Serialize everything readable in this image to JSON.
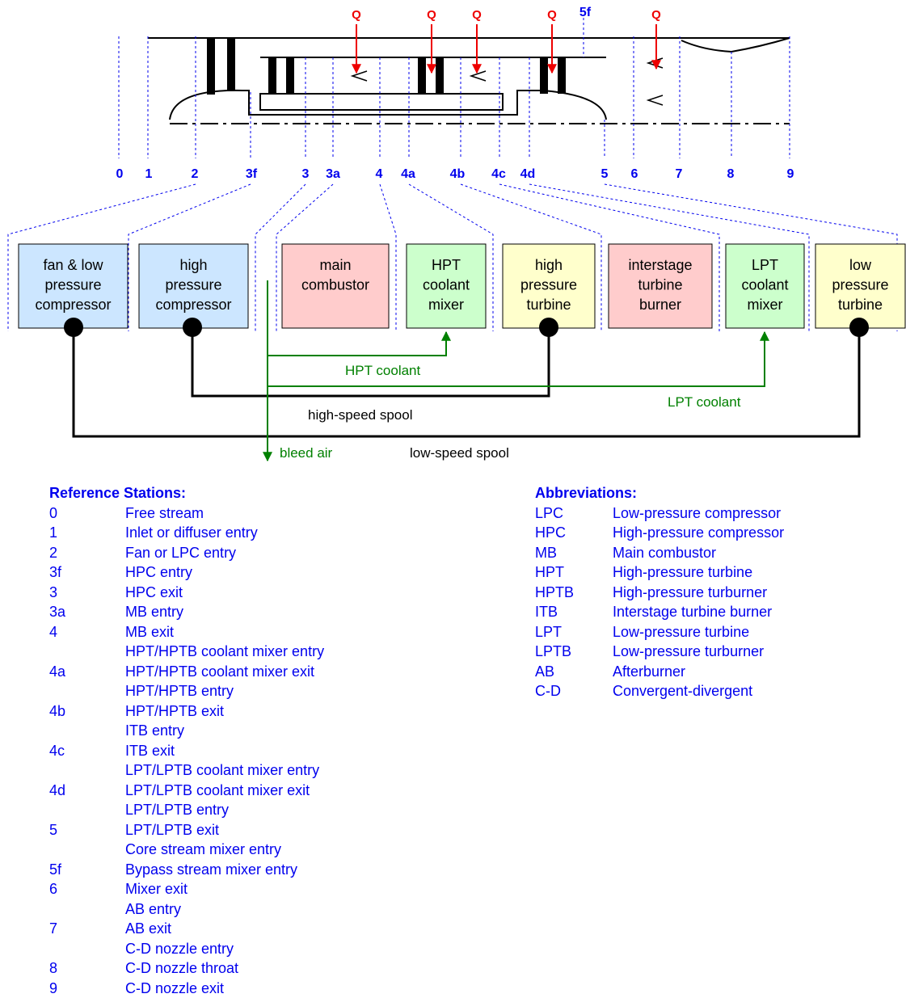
{
  "colors": {
    "station_blue": "#0000ee",
    "heat_red": "#ee0000",
    "coolant_green": "#008000",
    "compressor_fill": "#cce6ff",
    "combustor_fill": "#ffcccc",
    "mixer_fill": "#ccffcc",
    "turbine_fill": "#ffffcc"
  },
  "heat_label": "Q",
  "stations": [
    "0",
    "1",
    "2",
    "3f",
    "3",
    "3a",
    "4",
    "4a",
    "4b",
    "4c",
    "4d",
    "5",
    "6",
    "7",
    "8",
    "9"
  ],
  "bypass_station": "5f",
  "components": [
    {
      "id": "fan-lpc",
      "lines": [
        "fan & low",
        "pressure",
        "compressor"
      ],
      "fill": "compressor"
    },
    {
      "id": "hpc",
      "lines": [
        "high",
        "pressure",
        "compressor"
      ],
      "fill": "compressor"
    },
    {
      "id": "main-combustor",
      "lines": [
        "main",
        "combustor"
      ],
      "fill": "combustor"
    },
    {
      "id": "hpt-mixer",
      "lines": [
        "HPT",
        "coolant",
        "mixer"
      ],
      "fill": "mixer"
    },
    {
      "id": "hpt",
      "lines": [
        "high",
        "pressure",
        "turbine"
      ],
      "fill": "turbine"
    },
    {
      "id": "itb",
      "lines": [
        "interstage",
        "turbine",
        "burner"
      ],
      "fill": "combustor"
    },
    {
      "id": "lpt-mixer",
      "lines": [
        "LPT",
        "coolant",
        "mixer"
      ],
      "fill": "mixer"
    },
    {
      "id": "lpt",
      "lines": [
        "low",
        "pressure",
        "turbine"
      ],
      "fill": "turbine"
    }
  ],
  "flows": {
    "hpt_coolant": "HPT coolant",
    "lpt_coolant": "LPT coolant",
    "high_speed_spool": "high-speed spool",
    "bleed_air": "bleed air",
    "low_speed_spool": "low-speed spool"
  },
  "reference_stations": {
    "heading": "Reference Stations:",
    "rows": [
      {
        "key": "0",
        "desc": "Free stream"
      },
      {
        "key": "1",
        "desc": "Inlet or diffuser entry"
      },
      {
        "key": "2",
        "desc": "Fan or LPC entry"
      },
      {
        "key": "3f",
        "desc": "HPC entry"
      },
      {
        "key": "3",
        "desc": "HPC exit"
      },
      {
        "key": "3a",
        "desc": "MB entry"
      },
      {
        "key": "4",
        "desc": "MB exit"
      },
      {
        "key": "",
        "desc": "HPT/HPTB coolant mixer entry"
      },
      {
        "key": "4a",
        "desc": "HPT/HPTB coolant mixer exit"
      },
      {
        "key": "",
        "desc": "HPT/HPTB entry"
      },
      {
        "key": "4b",
        "desc": "HPT/HPTB exit"
      },
      {
        "key": "",
        "desc": "ITB entry"
      },
      {
        "key": "4c",
        "desc": "ITB exit"
      },
      {
        "key": "",
        "desc": "LPT/LPTB coolant mixer entry"
      },
      {
        "key": "4d",
        "desc": "LPT/LPTB coolant mixer exit"
      },
      {
        "key": "",
        "desc": "LPT/LPTB entry"
      },
      {
        "key": "5",
        "desc": "LPT/LPTB exit"
      },
      {
        "key": "",
        "desc": "Core stream mixer entry"
      },
      {
        "key": "5f",
        "desc": "Bypass stream mixer entry"
      },
      {
        "key": "6",
        "desc": "Mixer exit"
      },
      {
        "key": "",
        "desc": "AB entry"
      },
      {
        "key": "7",
        "desc": "AB exit"
      },
      {
        "key": "",
        "desc": "C-D nozzle entry"
      },
      {
        "key": "8",
        "desc": "C-D nozzle throat"
      },
      {
        "key": "9",
        "desc": "C-D nozzle exit"
      }
    ]
  },
  "abbreviations": {
    "heading": "Abbreviations:",
    "rows": [
      {
        "key": "LPC",
        "desc": "Low-pressure compressor"
      },
      {
        "key": "HPC",
        "desc": "High-pressure compressor"
      },
      {
        "key": "MB",
        "desc": "Main combustor"
      },
      {
        "key": "HPT",
        "desc": "High-pressure turbine"
      },
      {
        "key": "HPTB",
        "desc": "High-pressure turburner"
      },
      {
        "key": "ITB",
        "desc": "Interstage turbine burner"
      },
      {
        "key": "LPT",
        "desc": "Low-pressure turbine"
      },
      {
        "key": "LPTB",
        "desc": "Low-pressure turburner"
      },
      {
        "key": "AB",
        "desc": "Afterburner"
      },
      {
        "key": "C-D",
        "desc": "Convergent-divergent"
      }
    ]
  }
}
